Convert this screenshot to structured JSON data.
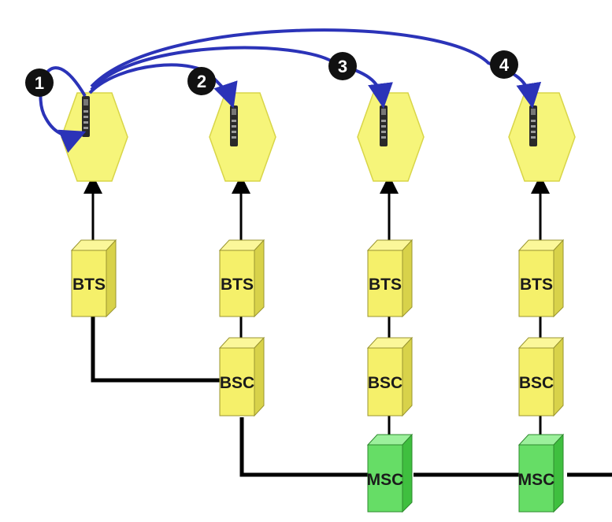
{
  "markers": [
    "1",
    "2",
    "3",
    "4"
  ],
  "bts_label": "BTS",
  "bsc_label": "BSC",
  "msc_label": "MSC",
  "colors": {
    "cell": "#f6f57a",
    "box": "#f5f06a",
    "msc": "#66dd66",
    "handover_arrow": "#2b33b8",
    "link": "#000000"
  }
}
